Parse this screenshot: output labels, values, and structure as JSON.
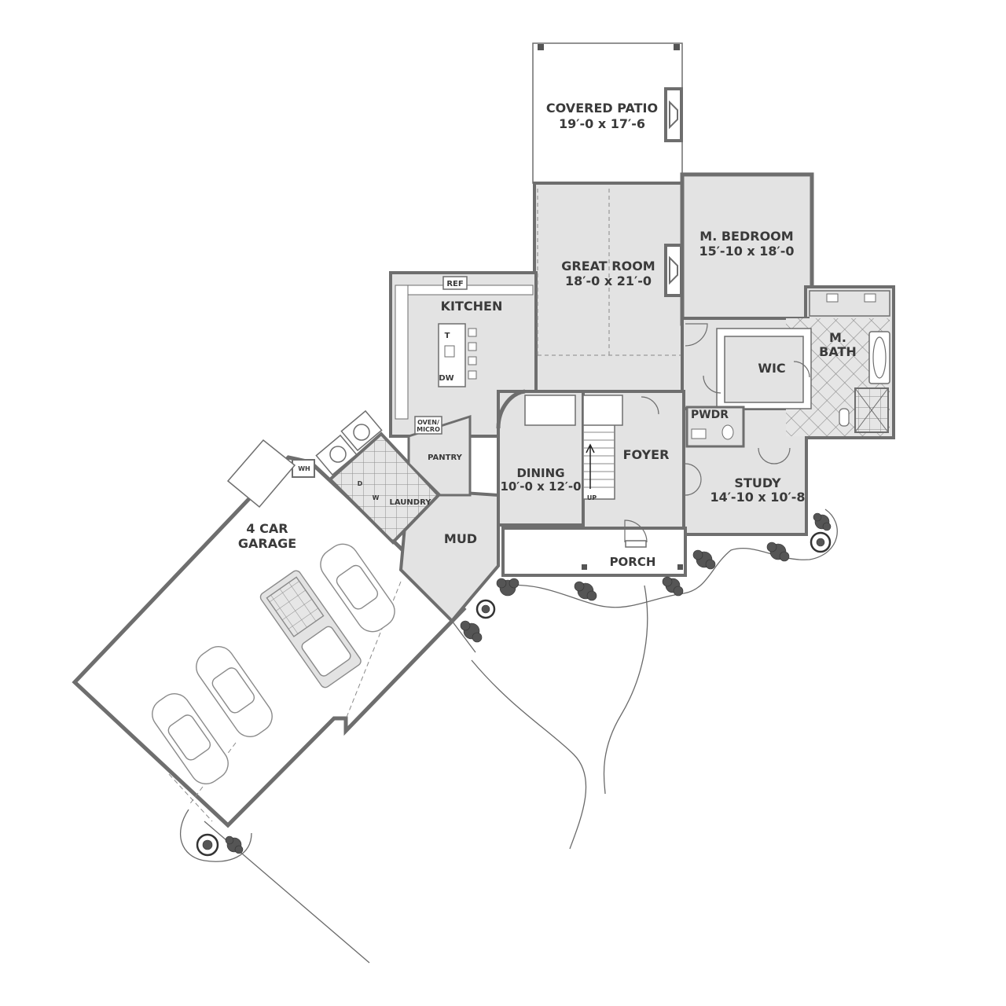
{
  "colors": {
    "interior": "#e3e3e3",
    "wall": "#6e6e6e",
    "exterior": "#ffffff",
    "tile": "#9a9a9a",
    "text": "#3a3a3a",
    "landscape": "#555555"
  },
  "rooms": {
    "covered_patio": {
      "name": "COVERED PATIO",
      "size": "19′-0 x 17′-6"
    },
    "great_room": {
      "name": "GREAT ROOM",
      "size": "18′-0 x 21′-0"
    },
    "master_bedroom": {
      "name": "M. BEDROOM",
      "size": "15′-10 x 18′-0"
    },
    "kitchen": {
      "name": "KITCHEN"
    },
    "master_bath": {
      "name_line1": "M.",
      "name_line2": "BATH"
    },
    "wic": {
      "name": "WIC"
    },
    "pwdr": {
      "name": "PWDR"
    },
    "foyer": {
      "name": "FOYER"
    },
    "dining": {
      "name": "DINING",
      "size": "10′-0 x 12′-0"
    },
    "study": {
      "name": "STUDY",
      "size": "14′-10 x 10′-8"
    },
    "pantry": {
      "name": "PANTRY"
    },
    "laundry": {
      "name": "LAUNDRY"
    },
    "mud": {
      "name": "MUD"
    },
    "porch": {
      "name": "PORCH"
    },
    "garage": {
      "name_line1": "4 CAR",
      "name_line2": "GARAGE"
    }
  },
  "fixtures": {
    "ref": "REF",
    "trash": "T",
    "dishwasher": "DW",
    "oven_line1": "OVEN/",
    "oven_line2": "MICRO",
    "water_heater": "WH",
    "dryer": "D",
    "washer": "W",
    "stair_up": "UP"
  }
}
